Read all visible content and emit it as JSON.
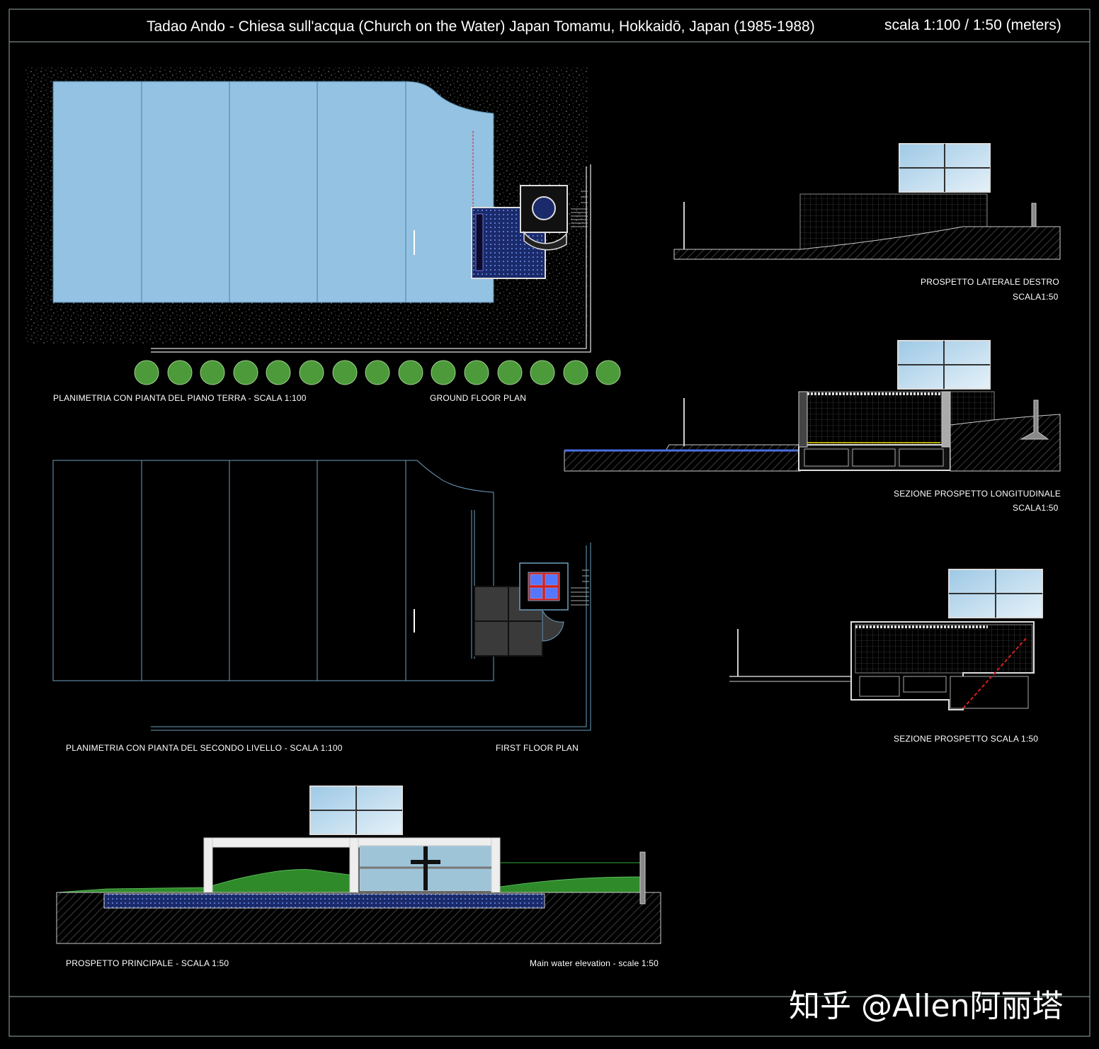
{
  "header": {
    "title": "Tadao Ando - Chiesa sull'acqua (Church on the Water)  Japan  Tomamu, Hokkaidō, Japan (1985-1988)",
    "scale": "scala 1:100 / 1:50  (meters)"
  },
  "drawings": {
    "ground_plan": {
      "label_it": "PLANIMETRIA CON PIANTA DEL PIANO TERRA - SCALA  1:100",
      "label_en": "GROUND FLOOR PLAN"
    },
    "first_plan": {
      "label_it": "PLANIMETRIA CON PIANTA DEL SECONDO LIVELLO - SCALA  1:100",
      "label_en": "FIRST FLOOR PLAN"
    },
    "side_elevation": {
      "label": "PROSPETTO LATERALE DESTRO",
      "scale": "SCALA1:50"
    },
    "long_section": {
      "label": "SEZIONE PROSPETTO LONGITUDINALE",
      "scale": "SCALA1:50"
    },
    "stair_section": {
      "label": "SEZIONE PROSPETTO SCALA 1:50"
    },
    "main_elevation": {
      "label_it": "PROSPETTO PRINCIPALE  - SCALA  1:50",
      "label_en": "Main water elevation  - scale  1:50"
    }
  },
  "watermark": "知乎 @Allen阿丽塔",
  "colors": {
    "background": "#000000",
    "water": "#93c2e2",
    "line_blue": "#6d9fc0",
    "tree_green": "#4c9a3a",
    "glass": "#a9cfe6",
    "dark_fill": "#3a3a3a",
    "highlight_red": "#d42020"
  }
}
